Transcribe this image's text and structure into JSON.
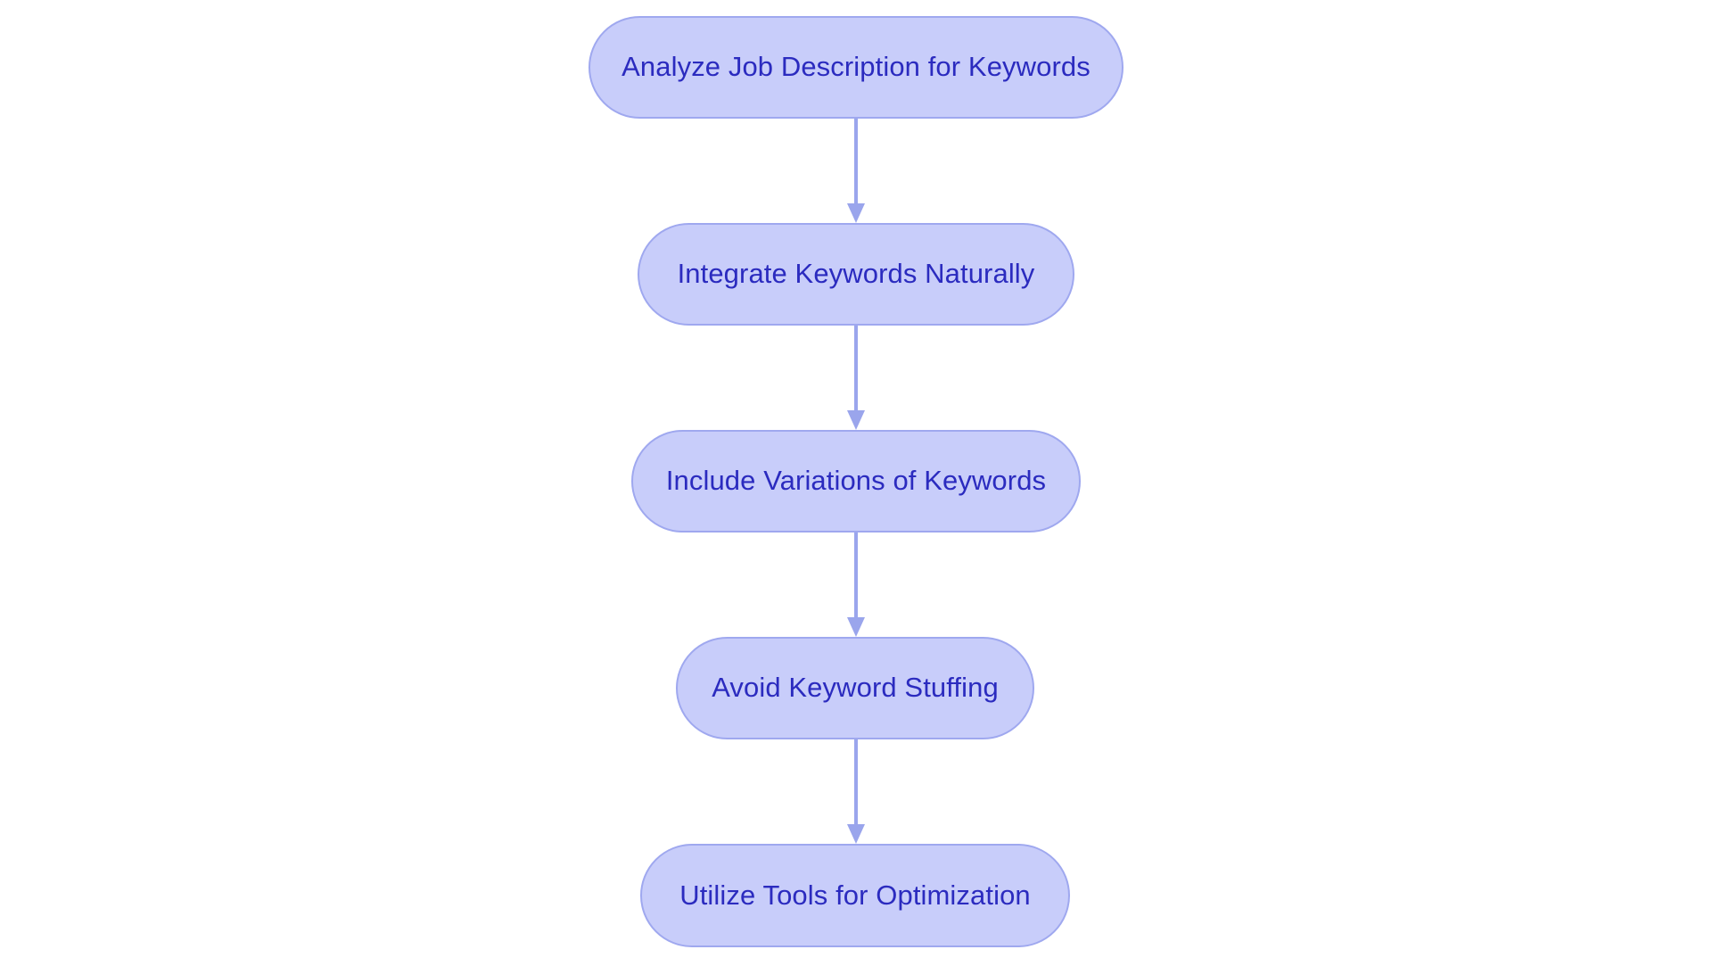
{
  "diagram": {
    "type": "flowchart",
    "orientation": "top-to-bottom",
    "background_color": "#ffffff",
    "node_fill_color": "#c8cdfa",
    "node_border_color": "#9fa8ef",
    "node_text_color": "#2b2bbf",
    "connector_color": "#9aa5ec",
    "nodes": [
      {
        "id": "node-0",
        "label": "Analyze Job Description for Keywords"
      },
      {
        "id": "node-1",
        "label": "Integrate Keywords Naturally"
      },
      {
        "id": "node-2",
        "label": "Include Variations of Keywords"
      },
      {
        "id": "node-3",
        "label": "Avoid Keyword Stuffing"
      },
      {
        "id": "node-4",
        "label": "Utilize Tools for Optimization"
      }
    ],
    "connectors": [
      {
        "id": "connector-0",
        "from": "node-0",
        "to": "node-1",
        "arrow": "down-arrow"
      },
      {
        "id": "connector-1",
        "from": "node-1",
        "to": "node-2",
        "arrow": "down-arrow"
      },
      {
        "id": "connector-2",
        "from": "node-2",
        "to": "node-3",
        "arrow": "down-arrow"
      },
      {
        "id": "connector-3",
        "from": "node-3",
        "to": "node-4",
        "arrow": "down-arrow"
      }
    ]
  }
}
